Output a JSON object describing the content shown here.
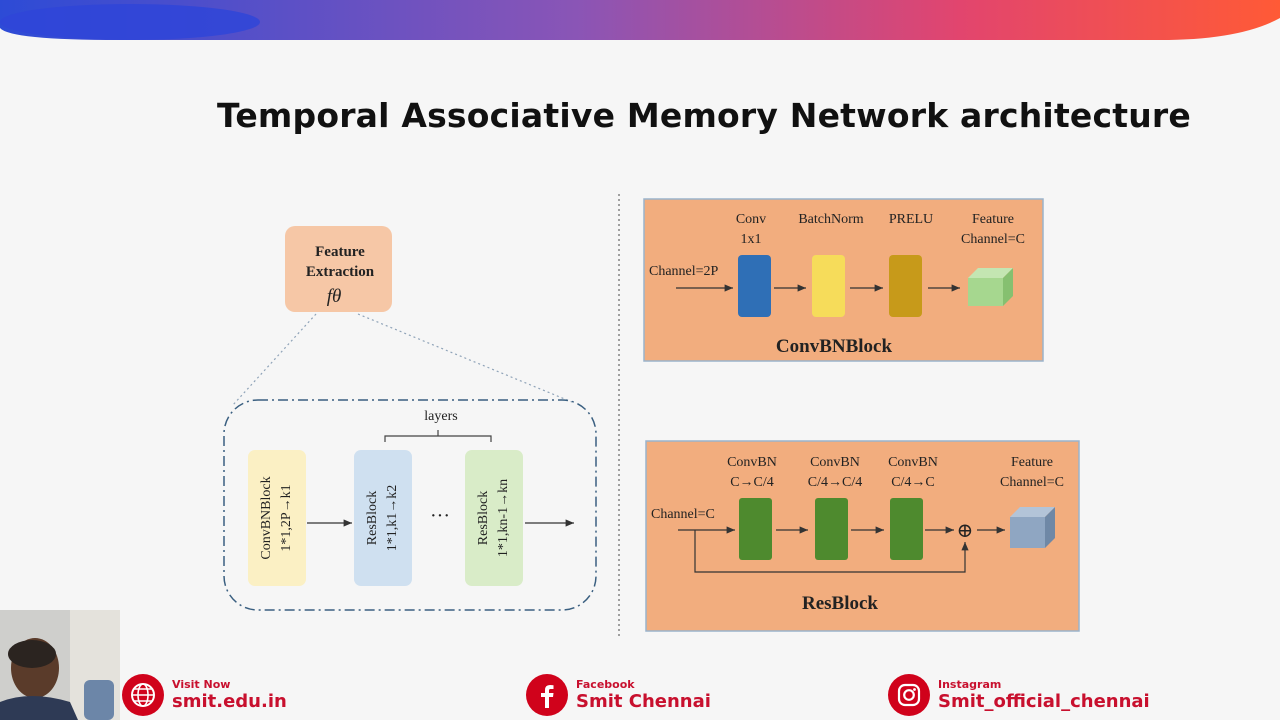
{
  "slide": {
    "title": "Temporal Associative Memory Network architecture"
  },
  "diagram": {
    "feature_extraction": {
      "line1": "Feature",
      "line2": "Extraction",
      "symbol": "fθ"
    },
    "layers_label": "layers",
    "ellipsis": "···",
    "pipeline_blocks": [
      {
        "name": "ConvBNBlock",
        "detail": "1*1,2P→k1",
        "color": "#fbf0c4"
      },
      {
        "name": "ResBlock",
        "detail": "1*1,k1→k2",
        "color": "#cfe0f0"
      },
      {
        "name": "ResBlock",
        "detail": "1*1,kn-1→kn",
        "color": "#d9ecc8"
      }
    ],
    "convbn_panel": {
      "title": "ConvBNBlock",
      "input_label": "Channel=2P",
      "layers": [
        {
          "line1": "Conv",
          "line2": "1x1",
          "color": "#2f6fb6"
        },
        {
          "line1": "BatchNorm",
          "line2": "",
          "color": "#f6dc5a"
        },
        {
          "line1": "PRELU",
          "line2": "",
          "color": "#c79a1a"
        }
      ],
      "output_line1": "Feature",
      "output_line2": "Channel=C",
      "output_color": "#a6d78f"
    },
    "resblock_panel": {
      "title": "ResBlock",
      "input_label": "Channel=C",
      "layers": [
        {
          "line1": "ConvBN",
          "line2": "C→C/4"
        },
        {
          "line1": "ConvBN",
          "line2": "C/4→C/4"
        },
        {
          "line1": "ConvBN",
          "line2": "C/4→C"
        }
      ],
      "layer_color": "#4e8a2e",
      "sum_symbol": "⊕",
      "output_line1": "Feature",
      "output_line2": "Channel=C",
      "output_color": "#8fa6c2"
    },
    "panel_color": "#f2ad7e"
  },
  "footer": {
    "web": {
      "small": "Visit Now",
      "big": "smit.edu.in"
    },
    "facebook": {
      "small": "Facebook",
      "big": "Smit Chennai"
    },
    "instagram": {
      "small": "Instagram",
      "big": "Smit_official_chennai"
    }
  }
}
